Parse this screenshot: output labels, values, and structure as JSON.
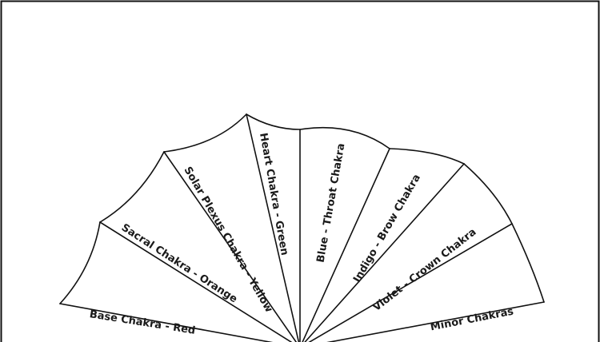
{
  "diagram": {
    "colors": {
      "line": "#111111",
      "text": "#1a1a1a",
      "background": "#ffffff"
    },
    "segments": [
      {
        "label": "Base Chakra - Red"
      },
      {
        "label": "Sacral Chakra - Orange"
      },
      {
        "label": "Solar Plexus Chakra - Yellow"
      },
      {
        "label": "Heart Chakra - Green"
      },
      {
        "label": "Blue - Throat Chakra"
      },
      {
        "label": "Indigo - Brow Chakra"
      },
      {
        "label": "Violet - Crown Chakra"
      },
      {
        "label": "Minor Chakras"
      }
    ]
  }
}
